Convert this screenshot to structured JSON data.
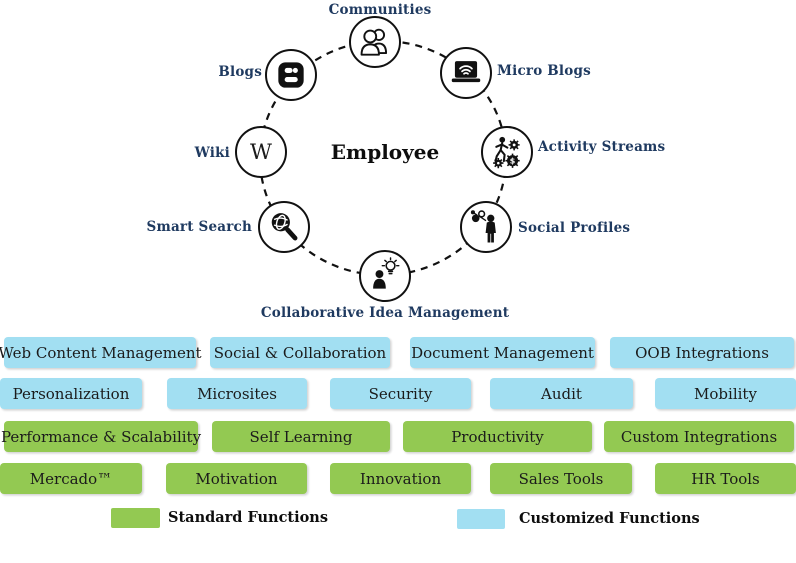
{
  "diagram": {
    "center_label": "Employee",
    "nodes": [
      {
        "label": "Communities",
        "icon": "communities-icon"
      },
      {
        "label": "Blogs",
        "icon": "blogger-icon"
      },
      {
        "label": "Micro Blogs",
        "icon": "laptop-wifi-icon"
      },
      {
        "label": "Wiki",
        "icon": "wikipedia-w-icon"
      },
      {
        "label": "Activity Streams",
        "icon": "person-gears-icon"
      },
      {
        "label": "Smart Search",
        "icon": "magnifier-globe-icon"
      },
      {
        "label": "Social Profiles",
        "icon": "person-network-icon"
      },
      {
        "label": "Collaborative Idea Management",
        "icon": "person-lightbulb-icon"
      }
    ]
  },
  "feature_grid": {
    "rows": [
      {
        "type": "customized",
        "items": [
          "Web Content Management",
          "Social & Collaboration",
          "Document Management",
          "OOB Integrations"
        ]
      },
      {
        "type": "customized",
        "items": [
          "Personalization",
          "Microsites",
          "Security",
          "Audit",
          "Mobility"
        ]
      },
      {
        "type": "standard",
        "items": [
          "Performance & Scalability",
          "Self Learning",
          "Productivity",
          "Custom Integrations"
        ]
      },
      {
        "type": "standard",
        "items": [
          "Mercado™",
          "Motivation",
          "Innovation",
          "Sales Tools",
          "HR Tools"
        ]
      }
    ]
  },
  "legend": {
    "standard": {
      "label": "Standard Functions",
      "color": "#93c952"
    },
    "customized": {
      "label": "Customized Functions",
      "color": "#a2dff2"
    }
  },
  "colors": {
    "standard_green": "#93c952",
    "customized_blue": "#a2dff2",
    "node_label_navy": "#1f3a60",
    "outline_black": "#111111"
  }
}
